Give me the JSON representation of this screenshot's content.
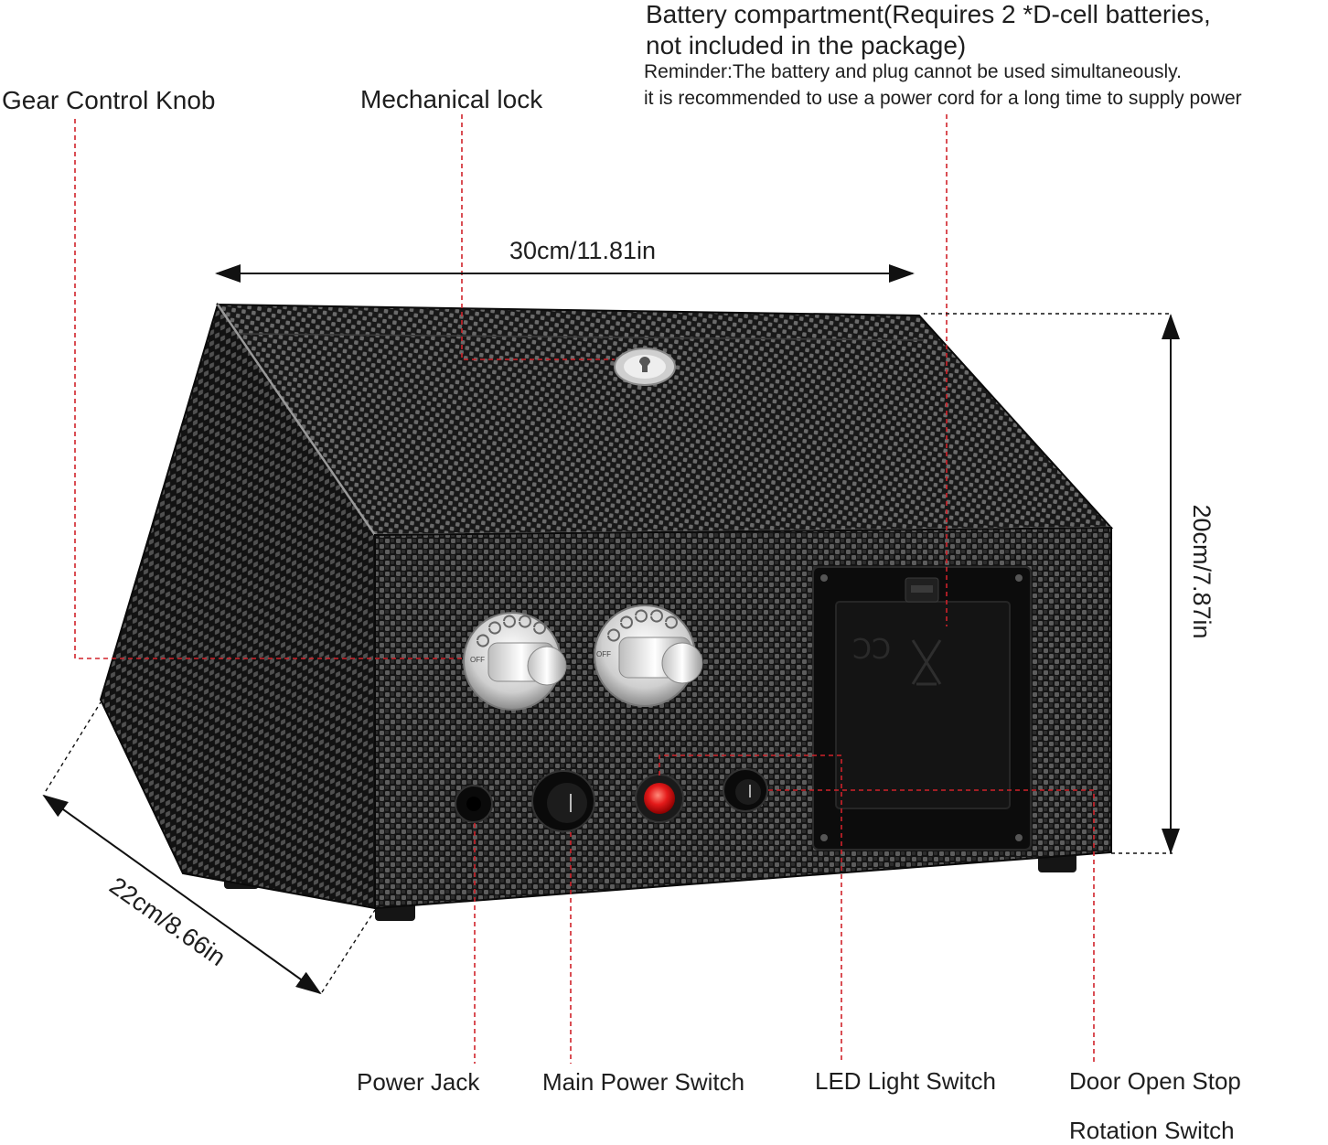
{
  "labels": {
    "battery_line1": "Battery compartment(Requires 2 *D-cell batteries,",
    "battery_line2": "not included in the package)",
    "reminder_line1": "Reminder:The battery and plug cannot be used simultaneously.",
    "reminder_line2": "it is recommended to use a power cord for a long time to supply power",
    "gear_knob": "Gear Control Knob",
    "mech_lock": "Mechanical lock",
    "power_jack": "Power Jack",
    "main_switch": "Main Power Switch",
    "led_switch": "LED Light Switch",
    "door_stop_line1": "Door Open Stop",
    "door_stop_line2": "Rotation Switch"
  },
  "dimensions": {
    "width": "30cm/11.81in",
    "height": "20cm/7.87in",
    "depth": "22cm/8.66in"
  },
  "colors": {
    "leader_line": "#d0222a",
    "carbon_dark": "#1b1b1b",
    "carbon_light": "#6a6a6a",
    "led_red": "#e01818"
  }
}
